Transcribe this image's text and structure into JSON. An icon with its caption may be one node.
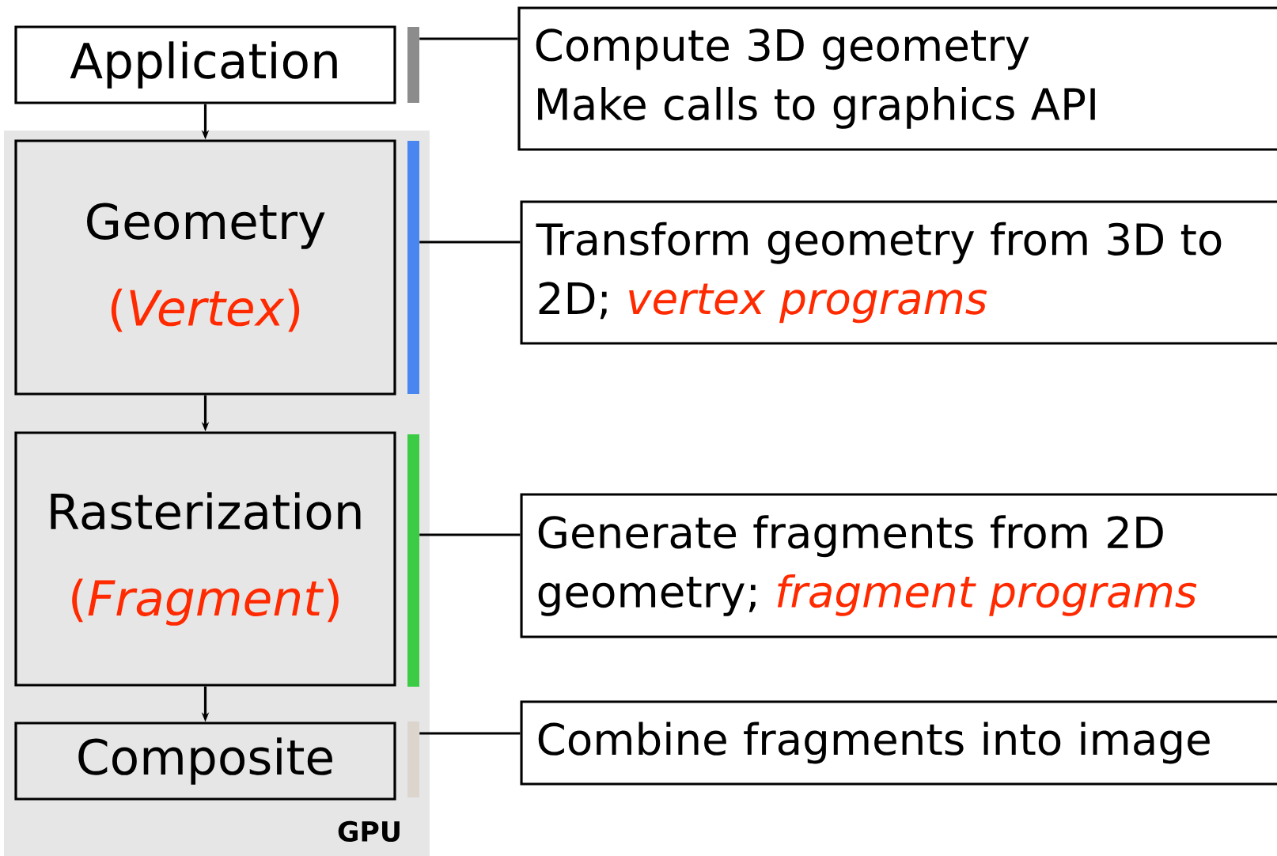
{
  "diagram": {
    "nodes": [
      {
        "text": [
          "Application"
        ]
      },
      {
        "text": [
          "GPU"
        ]
      },
      {
        "text": [
          "Geometry",
          "(*Vertex*)"
        ],
        "in": 1
      },
      {
        "text": [
          "Rasterization",
          "(*Fragment*)"
        ],
        "in": 1
      },
      {
        "text": [
          "Composite"
        ],
        "in": 1
      },
      {
        "text": [],
        "shape": "bar"
      },
      {
        "text": [],
        "shape": "bar",
        "in": 1
      },
      {
        "text": [],
        "shape": "bar",
        "in": 1
      },
      {
        "text": [],
        "shape": "bar",
        "in": 1
      },
      {
        "text": [
          "Compute 3D geometry",
          "Make calls to graphics API"
        ]
      },
      {
        "text": [
          "Transform geometry from 3D to 2D; *vertex programs*"
        ]
      },
      {
        "text": [
          "Generate fragments from 2D geometry; *fragment programs*"
        ]
      },
      {
        "text": [
          "Combine fragments into image"
        ]
      }
    ],
    "edges": [
      {
        "from": 0,
        "to": 2,
        "arrow": "to"
      },
      {
        "from": 2,
        "to": 3,
        "arrow": "to"
      },
      {
        "from": 3,
        "to": 4,
        "arrow": "to"
      },
      {
        "from": 5,
        "to": 9,
        "arrow": "none"
      },
      {
        "from": 6,
        "to": 10,
        "arrow": "none"
      },
      {
        "from": 7,
        "to": 11,
        "arrow": "none"
      },
      {
        "from": 8,
        "to": 12,
        "arrow": "none"
      }
    ]
  }
}
